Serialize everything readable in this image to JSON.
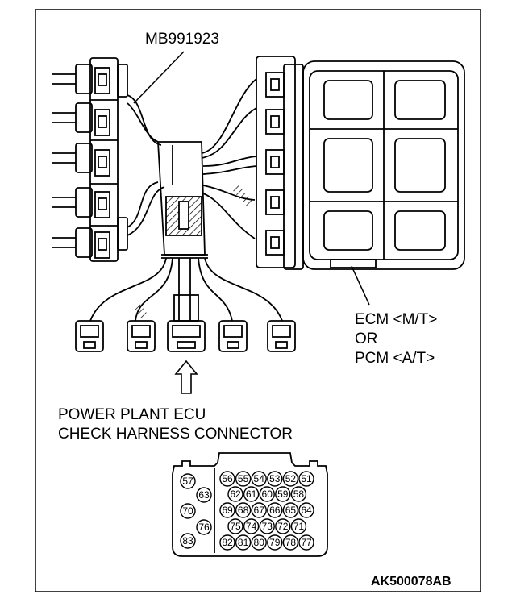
{
  "labels": {
    "tool": "MB991923",
    "ecm_line1": "ECM <M/T>",
    "ecm_line2": "OR",
    "ecm_line3": "PCM <A/T>",
    "check_line1": "POWER PLANT ECU",
    "check_line2": "CHECK HARNESS CONNECTOR",
    "figure_code": "AK500078AB"
  },
  "connector_pins": {
    "row1": [
      "56",
      "55",
      "54",
      "53",
      "52",
      "51"
    ],
    "row2": [
      "62",
      "61",
      "60",
      "59",
      "58"
    ],
    "row3": [
      "69",
      "68",
      "67",
      "66",
      "65",
      "64"
    ],
    "row4": [
      "75",
      "74",
      "73",
      "72",
      "71"
    ],
    "row5": [
      "82",
      "81",
      "80",
      "79",
      "78",
      "77"
    ],
    "left_column": [
      "57",
      "63",
      "70",
      "76",
      "83"
    ]
  },
  "colors": {
    "line": "#000000",
    "background": "#ffffff"
  }
}
